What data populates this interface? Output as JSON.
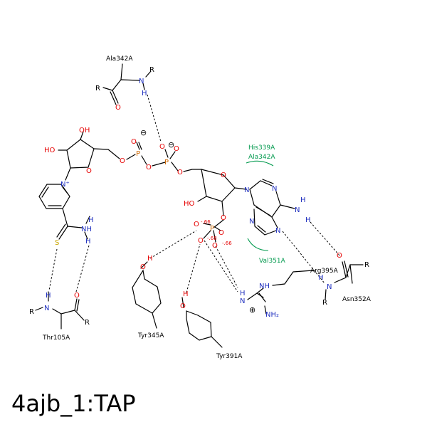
{
  "title": "4ajb_1:TAP",
  "colors": {
    "bond": "#000000",
    "oxygen": "#e60000",
    "nitrogen": "#1f2fbf",
    "phosphorus": "#cc6600",
    "sulfur": "#c8a600",
    "hydrophobic": "#00994d"
  },
  "residues": {
    "ala342_top": "Ala342A",
    "thr105": "Thr105A",
    "tyr345": "Tyr345A",
    "tyr391": "Tyr391A",
    "arg395": "Arg395A",
    "asn352": "Asn352A"
  },
  "hydrophobic": {
    "his339": "His339A",
    "ala342": "Ala342A",
    "val351": "Val351A"
  },
  "atoms": {
    "O": "O",
    "N": "N",
    "H": "H",
    "P": "P",
    "S": "S",
    "R": "R",
    "HO": "HO",
    "OH": "OH",
    "NH": "NH",
    "NH2": "NH₂",
    "Nplus": "N⁺"
  },
  "charges": {
    "minus": "⊖",
    "plus": "⊕",
    "partial": "-.66",
    "partial2": "-.68"
  }
}
